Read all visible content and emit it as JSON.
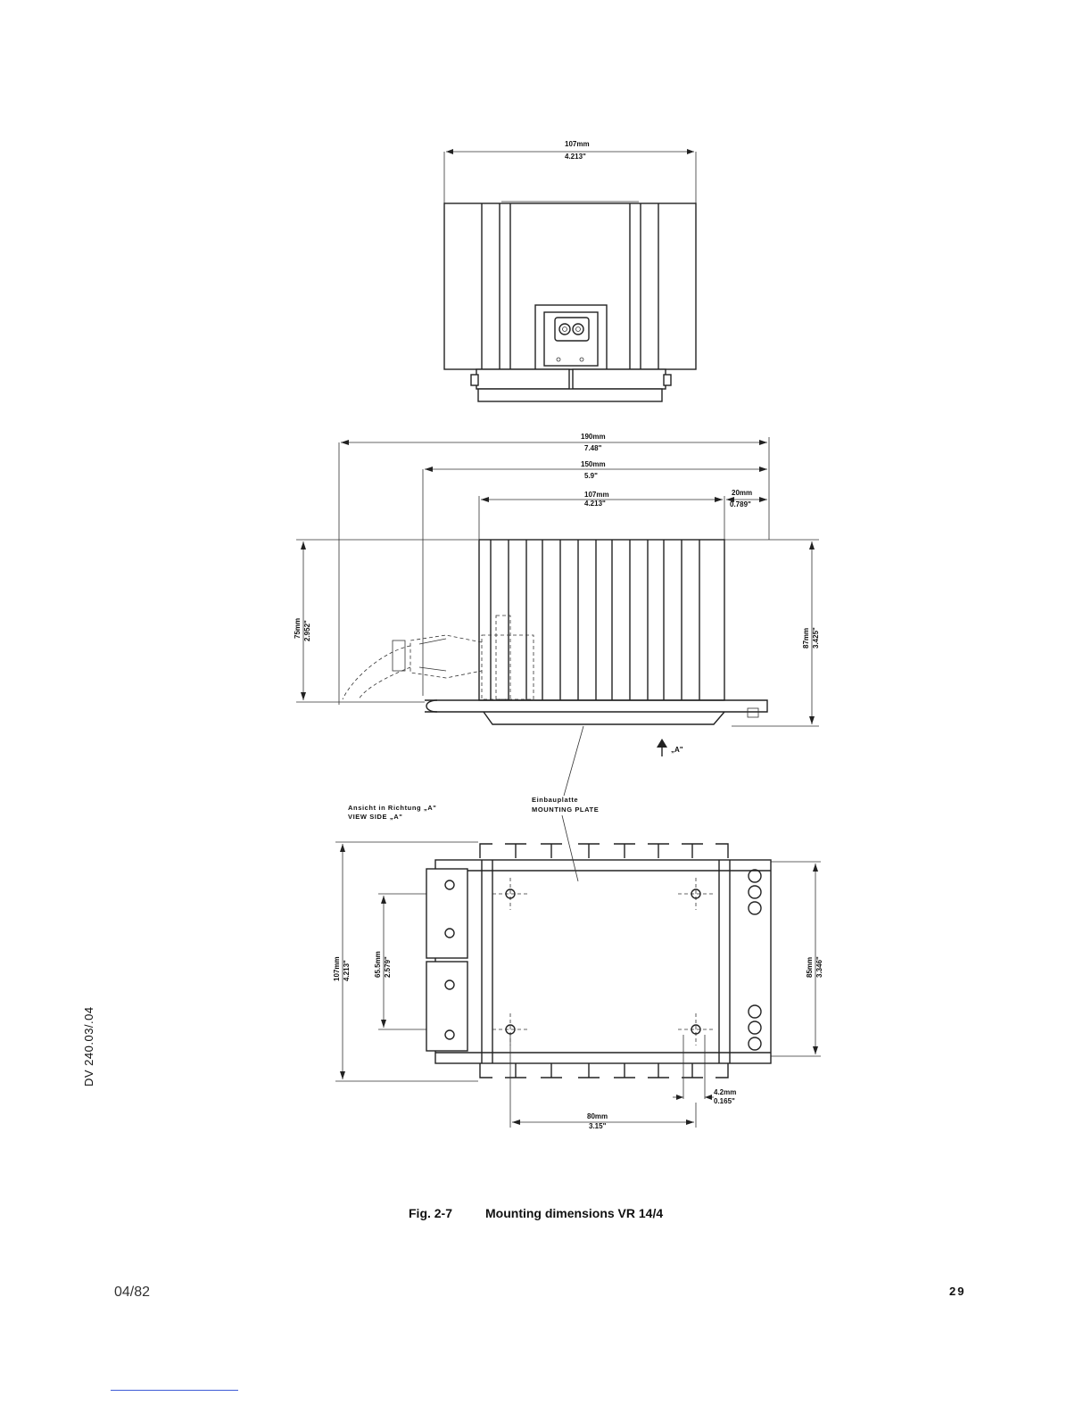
{
  "figure": {
    "number": "Fig. 2-7",
    "title": "Mounting dimensions VR 14/4"
  },
  "top_view": {
    "width_mm": "107mm",
    "width_in": "4.213\""
  },
  "side_view": {
    "length_mm": "190mm",
    "length_in": "7.48\"",
    "body_mm": "150mm",
    "body_in": "5.9\"",
    "heatsink_mm": "107mm",
    "heatsink_in": "4.213\"",
    "overhang_mm": "20mm",
    "overhang_in": "0.789\"",
    "height_mm": "75mm",
    "height_in": "2.952\"",
    "total_height_mm": "87mm",
    "total_height_in": "3.425\"",
    "view_arrow": "„A\""
  },
  "bottom_view": {
    "heading_de": "Ansicht in Richtung „A\"",
    "heading_en": "VIEW SIDE „A\"",
    "plate_de": "Einbauplatte",
    "plate_en": "MOUNTING PLATE",
    "width_mm": "107mm",
    "width_in": "4.213\"",
    "hole_spacing_mm": "65.5mm",
    "hole_spacing_in": "2.579\"",
    "depth_mm": "85mm",
    "depth_in": "3.346\"",
    "hole_dia_mm": "4.2mm",
    "hole_dia_in": "0.165\"",
    "hole_pitch_mm": "80mm",
    "hole_pitch_in": "3.15\""
  },
  "document": {
    "code": "DV 240.03/.04",
    "date": "04/82",
    "page": "29"
  }
}
